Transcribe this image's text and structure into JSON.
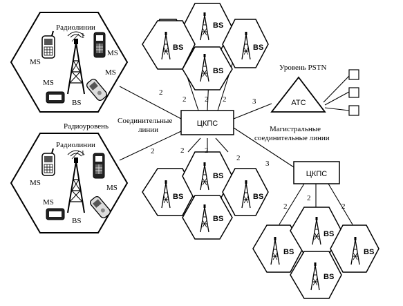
{
  "labels": {
    "radiolines": "Радиолинии",
    "radio_level": "Радиоуровень",
    "connecting_lines": "Соединительные\nлинии",
    "trunk_lines": "Магистральные\nсоединительные линии",
    "pstn_level": "Уровень PSTN",
    "msc": "ЦКПС",
    "atc": "АТС",
    "bs": "BS",
    "ms": "MS"
  },
  "link_numbers": {
    "one": "1",
    "two": "2",
    "three": "3"
  },
  "colors": {
    "stroke": "#000000",
    "fill": "#ffffff"
  },
  "icons": [
    "mobile-phone-icon",
    "pager-icon",
    "antenna-tower-icon",
    "telephone-box-icon"
  ]
}
